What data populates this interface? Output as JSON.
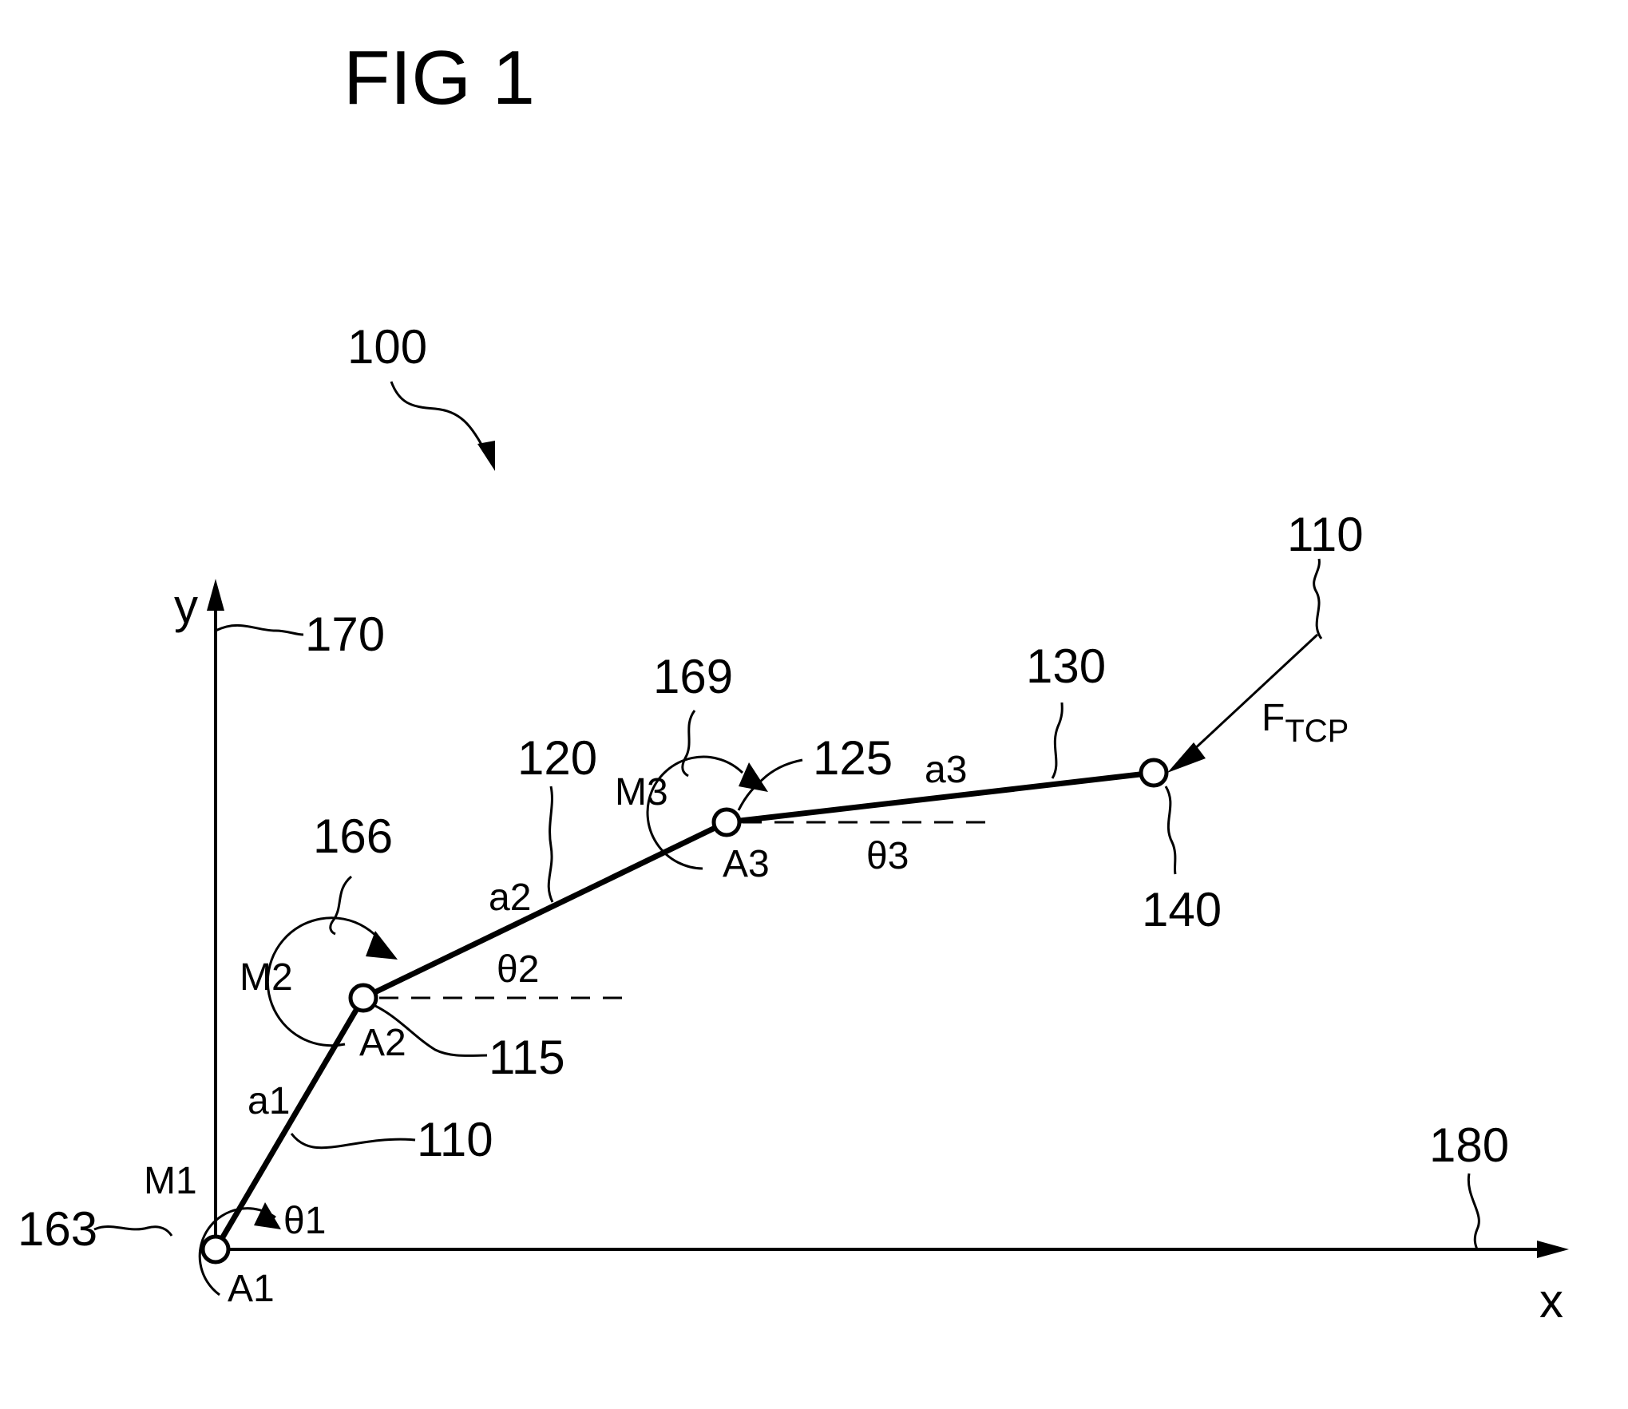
{
  "figure": {
    "title": "FIG  1",
    "refs": {
      "r100": "100",
      "r170": "170",
      "r180": "180",
      "r163": "163",
      "r166": "166",
      "r169": "169",
      "r110_link": "110",
      "r110_force": "110",
      "r115": "115",
      "r120": "120",
      "r125": "125",
      "r130": "130",
      "r140": "140"
    },
    "axes": {
      "x_label": "x",
      "y_label": "y"
    },
    "links": {
      "a1": "a1",
      "a2": "a2",
      "a3": "a3"
    },
    "joints": {
      "A1": "A1",
      "A2": "A2",
      "A3": "A3"
    },
    "moments": {
      "M1": "M1",
      "M2": "M2",
      "M3": "M3"
    },
    "angles": {
      "theta1": "θ1",
      "theta2": "θ2",
      "theta3": "θ3"
    },
    "force": {
      "symbol": "F",
      "subscript": "TCP"
    }
  }
}
